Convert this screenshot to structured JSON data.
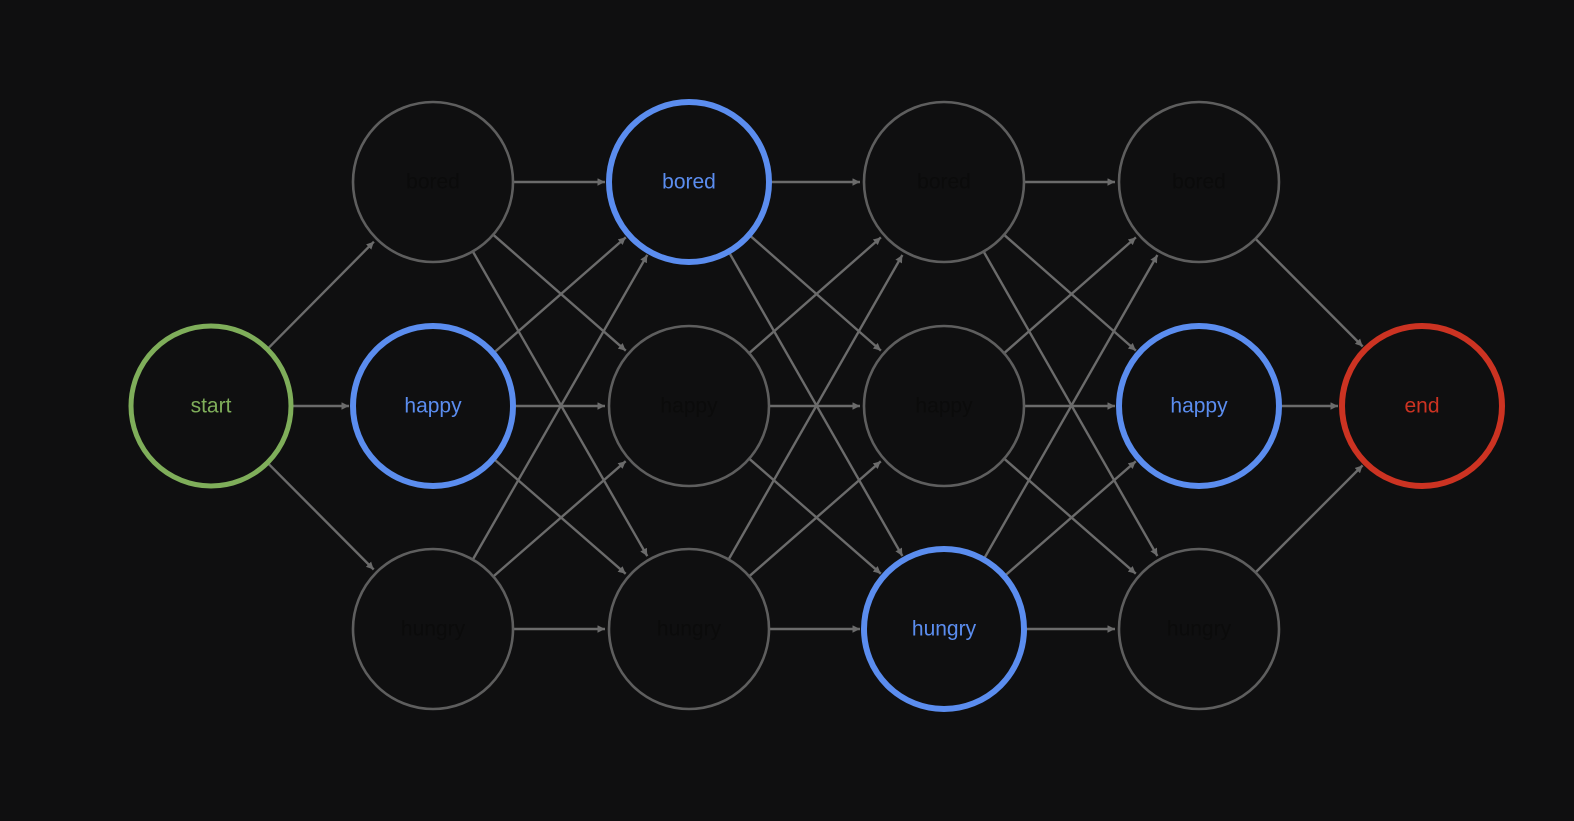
{
  "diagram": {
    "background": "#0f0f10",
    "colors": {
      "edge": "#6b6b6b",
      "node_stroke_default": "#5e5e5e",
      "node_text_default": "#0b0b0b",
      "path_highlight": "#5b8def",
      "start": "#7fae5a",
      "end": "#cc3322"
    },
    "nodes": [
      {
        "id": "start",
        "label": "start",
        "role": "start",
        "col": 0,
        "row": 1
      },
      {
        "id": "c1-bored",
        "label": "bored",
        "role": "normal",
        "col": 1,
        "row": 0
      },
      {
        "id": "c1-happy",
        "label": "happy",
        "role": "path",
        "col": 1,
        "row": 1
      },
      {
        "id": "c1-hungry",
        "label": "hungry",
        "role": "normal",
        "col": 1,
        "row": 2
      },
      {
        "id": "c2-bored",
        "label": "bored",
        "role": "path",
        "col": 2,
        "row": 0
      },
      {
        "id": "c2-happy",
        "label": "happy",
        "role": "normal",
        "col": 2,
        "row": 1
      },
      {
        "id": "c2-hungry",
        "label": "hungry",
        "role": "normal",
        "col": 2,
        "row": 2
      },
      {
        "id": "c3-bored",
        "label": "bored",
        "role": "normal",
        "col": 3,
        "row": 0
      },
      {
        "id": "c3-happy",
        "label": "happy",
        "role": "normal",
        "col": 3,
        "row": 1
      },
      {
        "id": "c3-hungry",
        "label": "hungry",
        "role": "path",
        "col": 3,
        "row": 2
      },
      {
        "id": "c4-bored",
        "label": "bored",
        "role": "normal",
        "col": 4,
        "row": 0
      },
      {
        "id": "c4-happy",
        "label": "happy",
        "role": "path",
        "col": 4,
        "row": 1
      },
      {
        "id": "c4-hungry",
        "label": "hungry",
        "role": "normal",
        "col": 4,
        "row": 2
      },
      {
        "id": "end",
        "label": "end",
        "role": "end",
        "col": 5,
        "row": 1
      }
    ],
    "edges": [
      [
        "start",
        "c1-bored"
      ],
      [
        "start",
        "c1-happy"
      ],
      [
        "start",
        "c1-hungry"
      ],
      [
        "c1-bored",
        "c2-bored"
      ],
      [
        "c1-bored",
        "c2-happy"
      ],
      [
        "c1-bored",
        "c2-hungry"
      ],
      [
        "c1-happy",
        "c2-bored"
      ],
      [
        "c1-happy",
        "c2-happy"
      ],
      [
        "c1-happy",
        "c2-hungry"
      ],
      [
        "c1-hungry",
        "c2-bored"
      ],
      [
        "c1-hungry",
        "c2-happy"
      ],
      [
        "c1-hungry",
        "c2-hungry"
      ],
      [
        "c2-bored",
        "c3-bored"
      ],
      [
        "c2-bored",
        "c3-happy"
      ],
      [
        "c2-bored",
        "c3-hungry"
      ],
      [
        "c2-happy",
        "c3-bored"
      ],
      [
        "c2-happy",
        "c3-happy"
      ],
      [
        "c2-happy",
        "c3-hungry"
      ],
      [
        "c2-hungry",
        "c3-bored"
      ],
      [
        "c2-hungry",
        "c3-happy"
      ],
      [
        "c2-hungry",
        "c3-hungry"
      ],
      [
        "c3-bored",
        "c4-bored"
      ],
      [
        "c3-bored",
        "c4-happy"
      ],
      [
        "c3-bored",
        "c4-hungry"
      ],
      [
        "c3-happy",
        "c4-bored"
      ],
      [
        "c3-happy",
        "c4-happy"
      ],
      [
        "c3-happy",
        "c4-hungry"
      ],
      [
        "c3-hungry",
        "c4-bored"
      ],
      [
        "c3-hungry",
        "c4-happy"
      ],
      [
        "c3-hungry",
        "c4-hungry"
      ],
      [
        "c4-bored",
        "end"
      ],
      [
        "c4-happy",
        "end"
      ],
      [
        "c4-hungry",
        "end"
      ]
    ]
  }
}
